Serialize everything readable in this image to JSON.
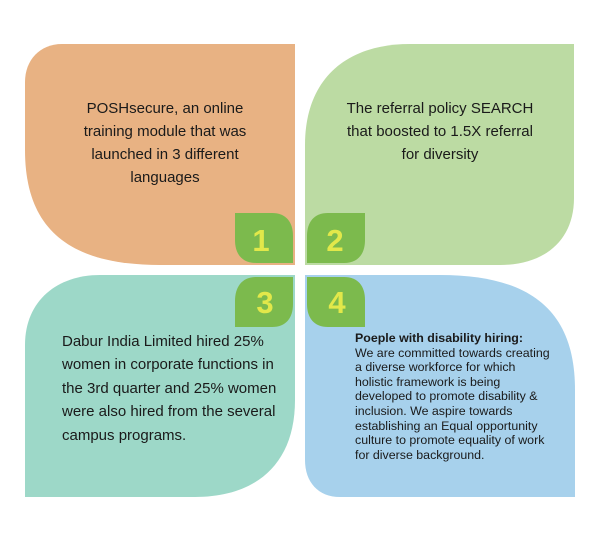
{
  "colors": {
    "petal_1": "#e8b283",
    "petal_2": "#bcdba3",
    "petal_3": "#9dd8c8",
    "petal_4": "#a7d1ec",
    "badge": "#7cba4d",
    "badge_number": "#e2e84a"
  },
  "quadrants": [
    {
      "number": "1",
      "text": "POSHsecure, an online training module that was launched in 3 different languages"
    },
    {
      "number": "2",
      "text": "The referral policy SEARCH that boosted to 1.5X referral for diversity"
    },
    {
      "number": "3",
      "text": "Dabur India Limited hired 25% women in corporate functions in the 3rd quarter and 25% women were also hired from the several campus programs."
    },
    {
      "number": "4",
      "heading": "Poeple with disability hiring:",
      "text": "We are committed towards creating a diverse workforce for which holistic framework is being developed to promote disability & inclusion. We aspire towards establishing an Equal opportunity culture to promote equality of work for diverse background."
    }
  ]
}
